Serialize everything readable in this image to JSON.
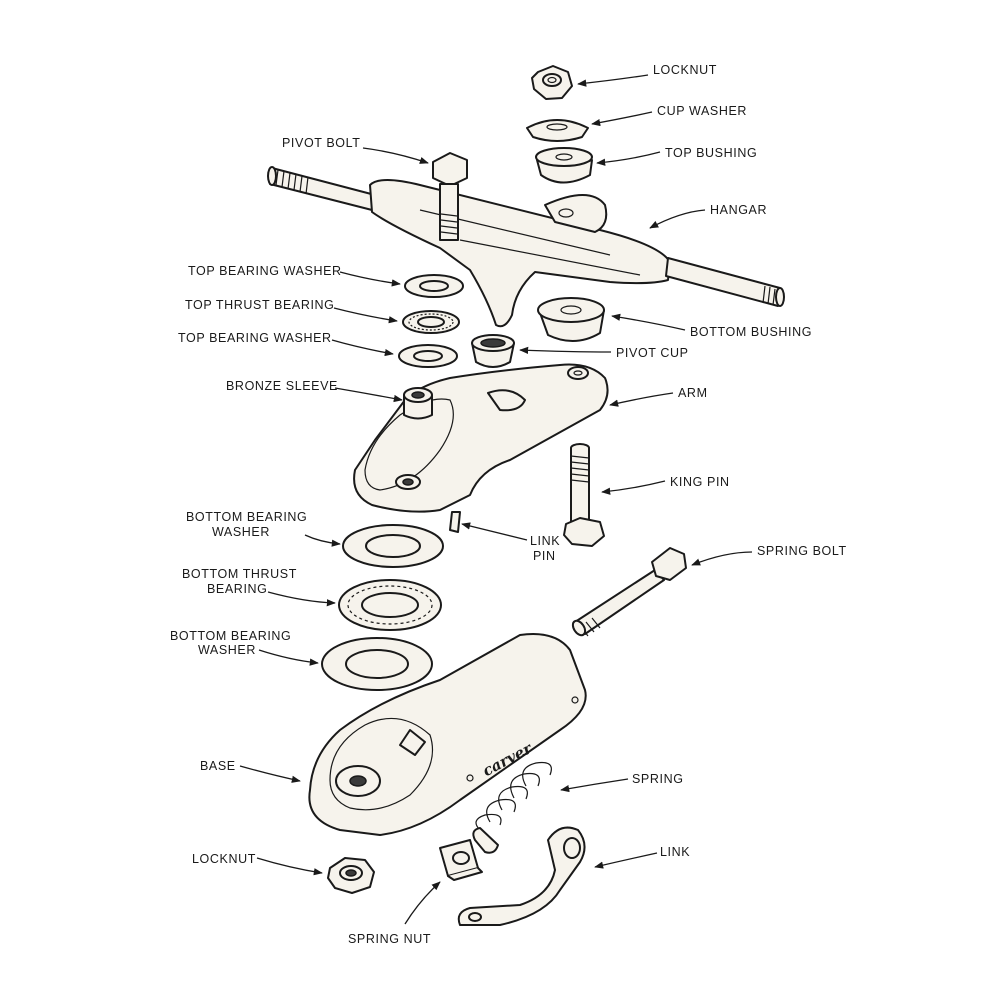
{
  "labels": {
    "locknut_top": "LOCKNUT",
    "cup_washer": "CUP WASHER",
    "top_bushing": "TOP BUSHING",
    "hangar": "HANGAR",
    "pivot_bolt": "PIVOT BOLT",
    "top_bearing_washer_1": "TOP BEARING WASHER",
    "top_thrust_bearing": "TOP THRUST BEARING",
    "top_bearing_washer_2": "TOP BEARING WASHER",
    "bottom_bushing": "BOTTOM BUSHING",
    "pivot_cup": "PIVOT CUP",
    "bronze_sleeve": "BRONZE SLEEVE",
    "arm": "ARM",
    "king_pin": "KING PIN",
    "link_pin_1": "LINK",
    "link_pin_2": "PIN",
    "bottom_bearing_washer_1a": "BOTTOM BEARING",
    "bottom_bearing_washer_1b": "WASHER",
    "spring_bolt": "SPRING BOLT",
    "bottom_thrust_bearing_a": "BOTTOM THRUST",
    "bottom_thrust_bearing_b": "BEARING",
    "bottom_bearing_washer_2a": "BOTTOM BEARING",
    "bottom_bearing_washer_2b": "WASHER",
    "base": "BASE",
    "spring": "SPRING",
    "link": "LINK",
    "locknut_bottom": "LOCKNUT",
    "spring_nut": "SPRING NUT"
  },
  "brand_text": "carver"
}
